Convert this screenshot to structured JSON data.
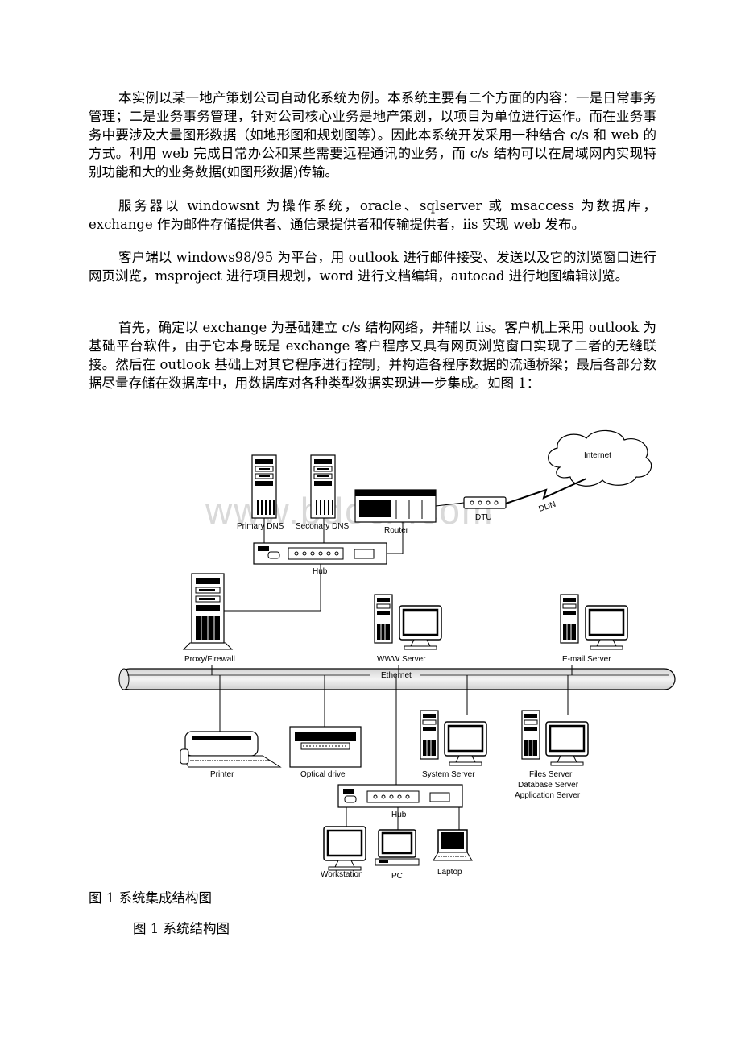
{
  "paragraphs": [
    "本实例以某一地产策划公司自动化系统为例。本系统主要有二个方面的内容：一是日常事务管理；二是业务事务管理，针对公司核心业务是地产策划，以项目为单位进行运作。而在业务事务中要涉及大量图形数据（如地形图和规划图等）。因此本系统开发采用一种结合 c/s 和 web 的方式。利用 web 完成日常办公和某些需要远程通讯的业务，而 c/s 结构可以在局域网内实现特别功能和大的业务数据(如图形数据)传输。",
    "服务器以 windowsnt 为操作系统，oracle、sqlserver 或 msaccess 为数据库，exchange 作为邮件存储提供者、通信录提供者和传输提供者，iis 实现 web 发布。",
    "客户端以 windows98/95 为平台，用 outlook 进行邮件接受、发送以及它的浏览窗口进行网页浏览，msproject 进行项目规划，word 进行文档编辑，autocad 进行地图编辑浏览。",
    "首先，确定以 exchange 为基础建立 c/s 结构网络，并辅以 iis。客户机上采用 outlook 为基础平台软件，由于它本身既是 exchange 客户程序又具有网页浏览窗口实现了二者的无缝联接。然后在 outlook 基础上对其它程序进行控制，并构造各程序数据的流通桥梁；最后各部分数据尽量存储在数据库中，用数据库对各种类型数据实现进一步集成。如图 1："
  ],
  "diagram": {
    "watermark": "www.bdocx.com",
    "labels": {
      "internet": "Internet",
      "primary_dns": "Primary DNS",
      "secondary_dns": "Seconary DNS",
      "router": "Router",
      "dtu": "DTU",
      "ddn": "DDN",
      "hub_top": "Hub",
      "proxy": "Proxy/Firewall",
      "www_server": "WWW Server",
      "email_server": "E-mail Server",
      "ethernet": "Ethernet",
      "printer": "Printer",
      "optical": "Optical drive",
      "system_server": "System Server",
      "files_server": "Files Server",
      "database_server": "Database Server",
      "application_server": "Application Server",
      "hub_bottom": "Hub",
      "workstation": "Workstation",
      "pc": "PC",
      "laptop": "Laptop"
    }
  },
  "captions": {
    "figure_caption": "图 1 系统集成结构图",
    "figure_caption_2": "图 1 系统结构图"
  }
}
